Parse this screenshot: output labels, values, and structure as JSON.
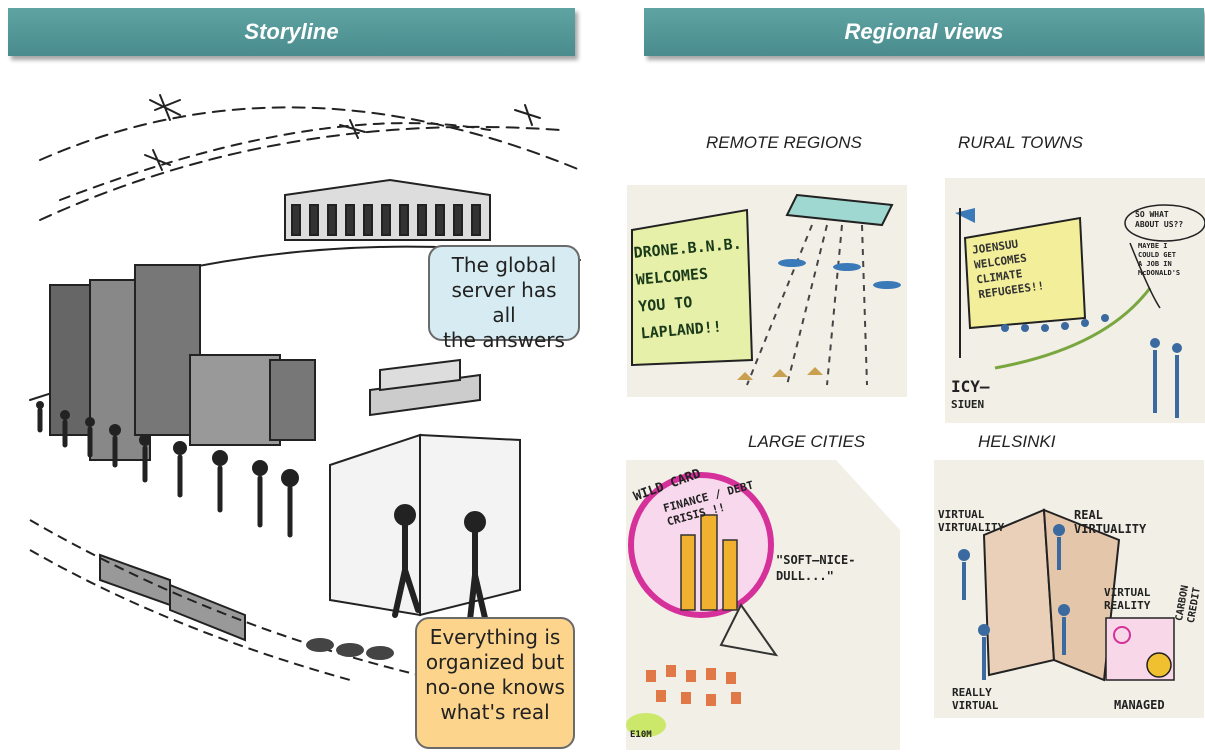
{
  "banners": {
    "storyline": "Storyline",
    "regional": "Regional views"
  },
  "bubbles": {
    "server_line1": "The global",
    "server_line2": "server has all",
    "server_line3": "the answers",
    "real_line1": "Everything is",
    "real_line2": "organized but",
    "real_line3": "no-one knows",
    "real_line4": "what's real"
  },
  "regions": {
    "remote": "REMOTE REGIONS",
    "rural": "RURAL TOWNS",
    "large": "LARGE CITIES",
    "helsinki": "HELSINKI"
  },
  "sketch_text": {
    "remote_sign": [
      "DRONE.B.N.B.",
      "WELCOMES",
      "YOU TO",
      "LAPLAND!!"
    ],
    "rural_sign": [
      "JOENSUU",
      "WELCOMES",
      "CLIMATE",
      "REFUGEES!!"
    ],
    "rural_bubble1": [
      "SO WHAT",
      "ABOUT US??"
    ],
    "rural_bubble2": [
      "MAYBE I",
      "COULD GET",
      "A JOB IN",
      "McDONALD'S"
    ],
    "rural_bottom": [
      "ICY—",
      "SIUEN"
    ],
    "large_wildcard": "WILD CARD",
    "large_crisis": [
      "FINANCE / DEBT",
      "CRISIS !!"
    ],
    "large_soft": [
      "\"SOFT—NICE-",
      "DULL...\""
    ],
    "large_corner": "E10M",
    "hel_vv": [
      "VIRTUAL",
      "VIRTUALITY"
    ],
    "hel_rv": [
      "REAL",
      "VIRTUALITY"
    ],
    "hel_vr": [
      "VIRTUAL",
      "REALITY"
    ],
    "hel_rvv": [
      "REALLY",
      "VIRTUAL"
    ],
    "hel_carbon": [
      "CARBON",
      "CREDIT"
    ],
    "hel_managed": "MANAGED"
  },
  "colors": {
    "banner": "#4a8c8d",
    "bubble_blue": "#d6ecf2",
    "bubble_orange": "#fcd48c",
    "marker_green": "#cbe86b",
    "marker_magenta": "#d6309a",
    "marker_orange": "#f0a040"
  }
}
